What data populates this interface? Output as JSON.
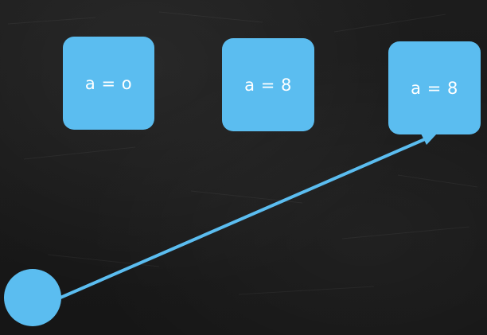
{
  "diagram": {
    "boxes": [
      {
        "label": "a = o"
      },
      {
        "label": "a = 8"
      },
      {
        "label": "a = 8"
      }
    ],
    "pointer": {
      "from": "circle",
      "to": "box-3"
    },
    "colors": {
      "background": "#1a1a1a",
      "box_fill": "#5bbdf0",
      "box_text": "#ffffff",
      "arrow": "#5bbdf0"
    }
  }
}
